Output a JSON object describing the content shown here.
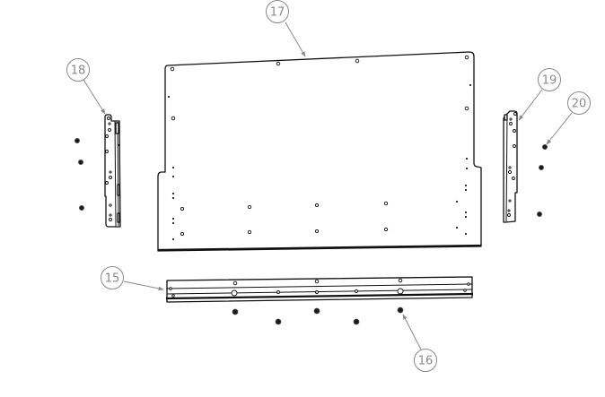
{
  "diagram": {
    "title": "",
    "parts": [
      {
        "id": "15",
        "name": "bottom-rail"
      },
      {
        "id": "16",
        "name": "rail-screws"
      },
      {
        "id": "17",
        "name": "back-panel"
      },
      {
        "id": "18",
        "name": "left-bracket"
      },
      {
        "id": "19",
        "name": "right-bracket"
      },
      {
        "id": "20",
        "name": "bracket-screws"
      }
    ],
    "callouts": {
      "c15": "15",
      "c16": "16",
      "c17": "17",
      "c18": "18",
      "c19": "19",
      "c20": "20"
    },
    "colors": {
      "line": "#111111",
      "callout": "#8a8a8a"
    }
  }
}
